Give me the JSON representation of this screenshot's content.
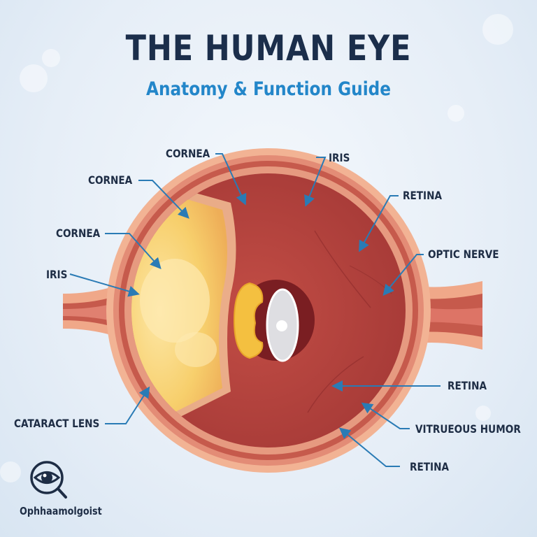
{
  "header": {
    "title": "THE HUMAN EYE",
    "subtitle": "Anatomy & Function Guide"
  },
  "labels": {
    "left": [
      {
        "text": "CORNEA",
        "id": "cornea-left-upper"
      },
      {
        "text": "CORNEA",
        "id": "cornea-left-mid"
      },
      {
        "text": "IRIS",
        "id": "iris-left"
      },
      {
        "text": "CATARACT LENS",
        "id": "cataract-lens"
      }
    ],
    "top": [
      {
        "text": "CORNEA",
        "id": "cornea-top"
      },
      {
        "text": "IRIS",
        "id": "iris-top"
      }
    ],
    "right": [
      {
        "text": "RETINA",
        "id": "retina-upper"
      },
      {
        "text": "OPTIC NERVE",
        "id": "optic-nerve"
      },
      {
        "text": "RETINA",
        "id": "retina-mid"
      },
      {
        "text": "VITRUEOUS HUMOR",
        "id": "vitreous-humor"
      },
      {
        "text": "RETINA",
        "id": "retina-lower"
      }
    ]
  },
  "logo": {
    "icon": "eye-magnifier-icon",
    "text": "Ophhaamolgoist"
  },
  "colors": {
    "title": "#1b2e4b",
    "subtitle": "#2386c9",
    "pointer": "#2a7bb5",
    "sclera_outer": "#f0a889",
    "sclera_mid": "#c65a4c",
    "interior": "#b7443f",
    "lens_yellow": "#f6c65a"
  }
}
